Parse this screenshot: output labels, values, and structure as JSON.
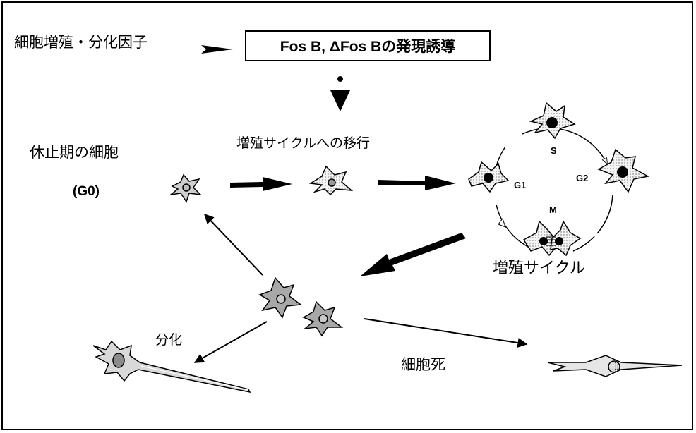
{
  "trigger_label": "細胞増殖・分化因子",
  "title_box": "Fos B, ΔFos Bの発現誘導",
  "resting_cell_label": "休止期の細胞",
  "g0_label": "(G0)",
  "transition_label": "増殖サイクルへの移行",
  "cycle": {
    "label": "増殖サイクル",
    "phases": {
      "s": "S",
      "g1": "G1",
      "g2": "G2",
      "m": "M"
    }
  },
  "differentiation_label": "分化",
  "cell_death_label": "細胞死",
  "colors": {
    "line": "#000000",
    "cell_fill": "#d9d9d9",
    "cell_dark": "#a6a6a6",
    "nucleus": "#000000"
  }
}
